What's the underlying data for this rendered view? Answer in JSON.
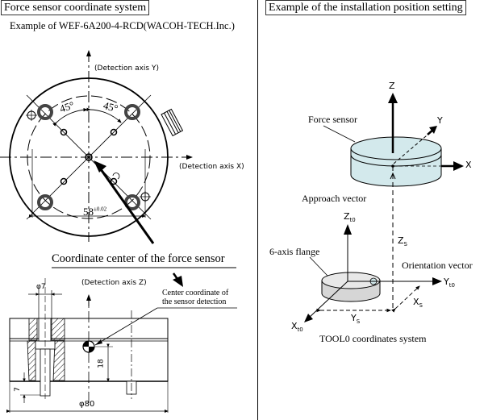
{
  "left_panel": {
    "title": "Force sensor coordinate system",
    "subtitle": "Example of WEF-6A200-4-RCD(WACOH-TECH.Inc.)",
    "top_view": {
      "axis_y_label": "(Detection axis Y)",
      "axis_x_label": "(Detection axis X)",
      "angle_left": "45°",
      "angle_right": "45°",
      "dimension_main": "58",
      "dimension_tolerance": "±0.02"
    },
    "coordinate_center_heading": "Coordinate center of the force sensor",
    "side_view": {
      "axis_z_label": "(Detection axis Z)",
      "callout_line1": "Center coordinate of",
      "callout_line2": "the sensor detection",
      "dim_phi7": "φ7",
      "dim_18": "18",
      "dim_7": "7",
      "dim_phi80": "φ80"
    }
  },
  "right_panel": {
    "title": "Example of the installation position setting",
    "sensor": {
      "label": "Force sensor",
      "axis_z": "Z",
      "axis_y": "Y",
      "axis_x": "X",
      "fill_color": "#d3e9ec"
    },
    "approach_vector_label": "Approach vector",
    "flange": {
      "label": "6-axis flange",
      "axis_z": "Z",
      "axis_z_sub": "t0",
      "axis_y": "Y",
      "axis_y_sub": "t0",
      "axis_x": "X",
      "axis_x_sub": "t0",
      "fill_color": "#d6d6d6"
    },
    "orientation_vector_label": "Orientation vector",
    "offset_z": "Z",
    "offset_z_sub": "S",
    "offset_x": "X",
    "offset_x_sub": "S",
    "offset_y": "Y",
    "offset_y_sub": "S",
    "caption": "TOOL0 coordinates system"
  }
}
